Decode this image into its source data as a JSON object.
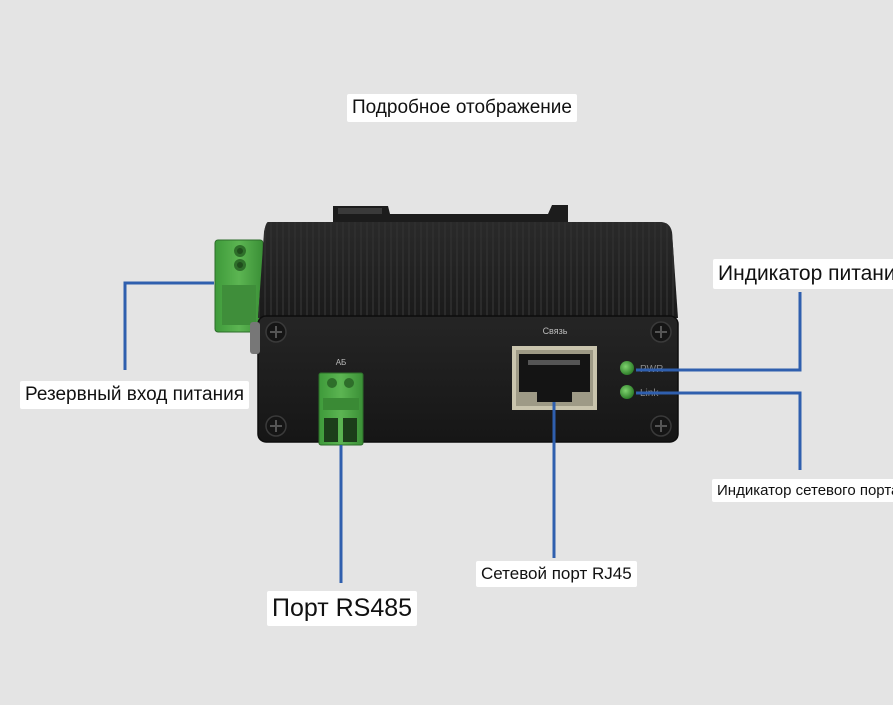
{
  "title": "Подробное отображение",
  "labels": {
    "backup_power": "Резервный вход питания",
    "power_indicator": "Индикатор питания",
    "network_indicator": "Индикатор сетевого порта",
    "rj45_port": "Сетевой порт RJ45",
    "rs485_port": "Порт RS485"
  },
  "device": {
    "port_label_link": "Связь",
    "port_label_ab": "АБ",
    "led_pwr": "PWR",
    "led_link": "Link"
  },
  "colors": {
    "background": "#e4e4e4",
    "callout_line": "#2f5fae",
    "device_body": "#1f1f1f",
    "terminal_green": "#4ca545",
    "led_green": "#47a33f"
  }
}
